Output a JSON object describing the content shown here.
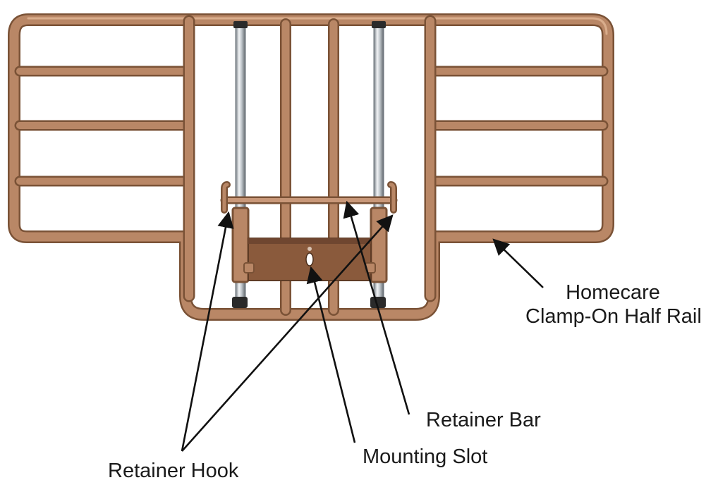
{
  "diagram": {
    "labels": {
      "half_rail_line1": "Homecare",
      "half_rail_line2": "Clamp-On Half Rail",
      "retainer_bar": "Retainer Bar",
      "mounting_slot": "Mounting Slot",
      "retainer_hook": "Retainer Hook"
    },
    "colors": {
      "rail_fill": "#b98766",
      "rail_outline": "#7a5236",
      "rail_highlight": "#d9ad8c",
      "bracket": "#8a5a3c",
      "chrome": "#c9cfd4",
      "chrome_shadow": "#7d858c",
      "cap": "#2a2a2a",
      "arrow": "#111111"
    }
  }
}
